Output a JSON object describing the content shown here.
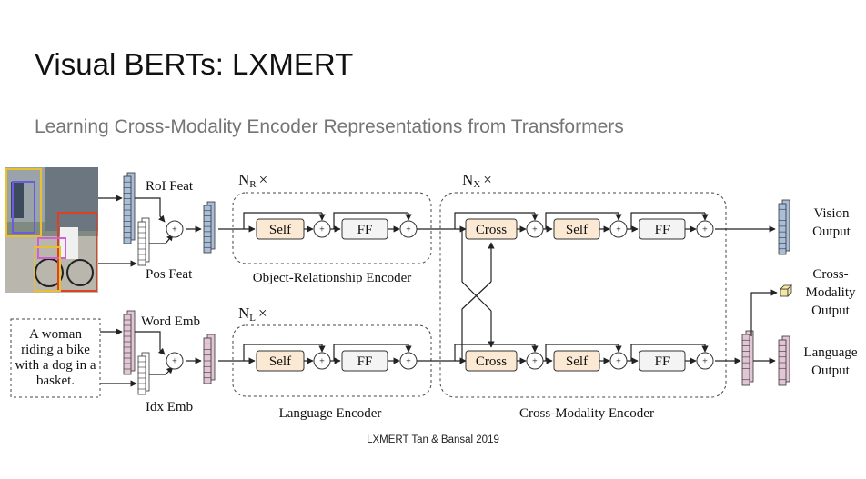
{
  "slide": {
    "title": "Visual BERTs: LXMERT",
    "subtitle": "Learning Cross-Modality Encoder Representations from Transformers",
    "caption": "LXMERT Tan & Bansal 2019"
  },
  "diagram": {
    "input_text": [
      "A woman",
      "riding a bike",
      "with a dog in a",
      "basket."
    ],
    "roi_feat": "RoI Feat",
    "pos_feat": "Pos Feat",
    "word_emb": "Word Emb",
    "idx_emb": "Idx Emb",
    "nr_base": "N",
    "nr_sub": "R",
    "nr_times": "×",
    "nl_base": "N",
    "nl_sub": "L",
    "nl_times": "×",
    "nx_base": "N",
    "nx_sub": "X",
    "nx_times": "×",
    "self_label": "Self",
    "ff_label": "FF",
    "cross_label": "Cross",
    "plus": "+",
    "object_encoder": "Object-Relationship Encoder",
    "language_encoder": "Language Encoder",
    "cross_encoder": "Cross-Modality Encoder",
    "vision_output": [
      "Vision",
      "Output"
    ],
    "cross_output": [
      "Cross-",
      "Modality",
      "Output"
    ],
    "language_output": [
      "Language",
      "Output"
    ],
    "colors": {
      "self_fill": "#fbe9d4",
      "ff_fill": "#f4f4f4",
      "cross_fill": "#fbe9d4",
      "vision_feat": "#a9bfd9",
      "pos_feat": "#ffffff",
      "lang_feat": "#e3c6d6",
      "cross_out": "#f5e7a3"
    }
  }
}
